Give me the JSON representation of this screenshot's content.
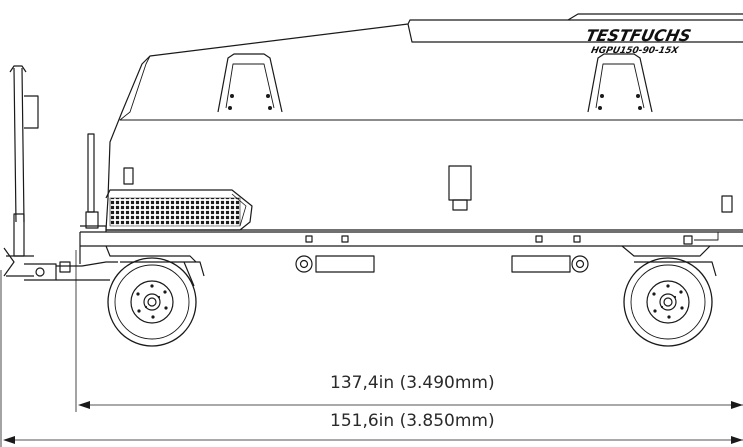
{
  "branding": {
    "brand": "TESTFUCHS",
    "model": "HGPU150-90-15X"
  },
  "dimensions": {
    "wheelbase_label": "137,4in (3.490mm)",
    "overall_length_label": "151,6in (3.850mm)"
  },
  "colors": {
    "line": "#1a1a1a",
    "text": "#2a2a2a",
    "background": "#ffffff"
  }
}
